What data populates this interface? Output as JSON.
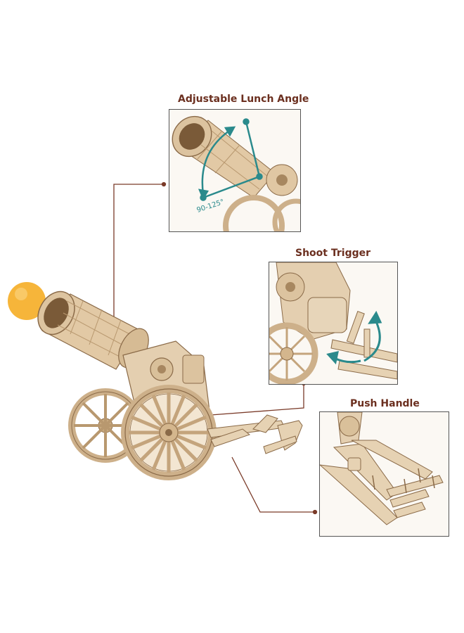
{
  "callouts": {
    "launch_angle": {
      "title": "Adjustable Lunch Angle",
      "angle_label": "90-125°"
    },
    "shoot_trigger": {
      "title": "Shoot Trigger"
    },
    "push_handle": {
      "title": "Push Handle"
    }
  },
  "colors": {
    "title_text": "#6b2f1f",
    "leader_line": "#7a3a28",
    "accent_arrow": "#2a8a8c",
    "wood_light": "#e9d6bb",
    "wood_mid": "#cdb08a",
    "wood_dark": "#8a6a48",
    "ball": "#f6b53a"
  },
  "icons": {
    "angle_arrow": "curved-angle-arrow-icon",
    "trigger_arrow": "curved-rotation-arrow-icon"
  }
}
